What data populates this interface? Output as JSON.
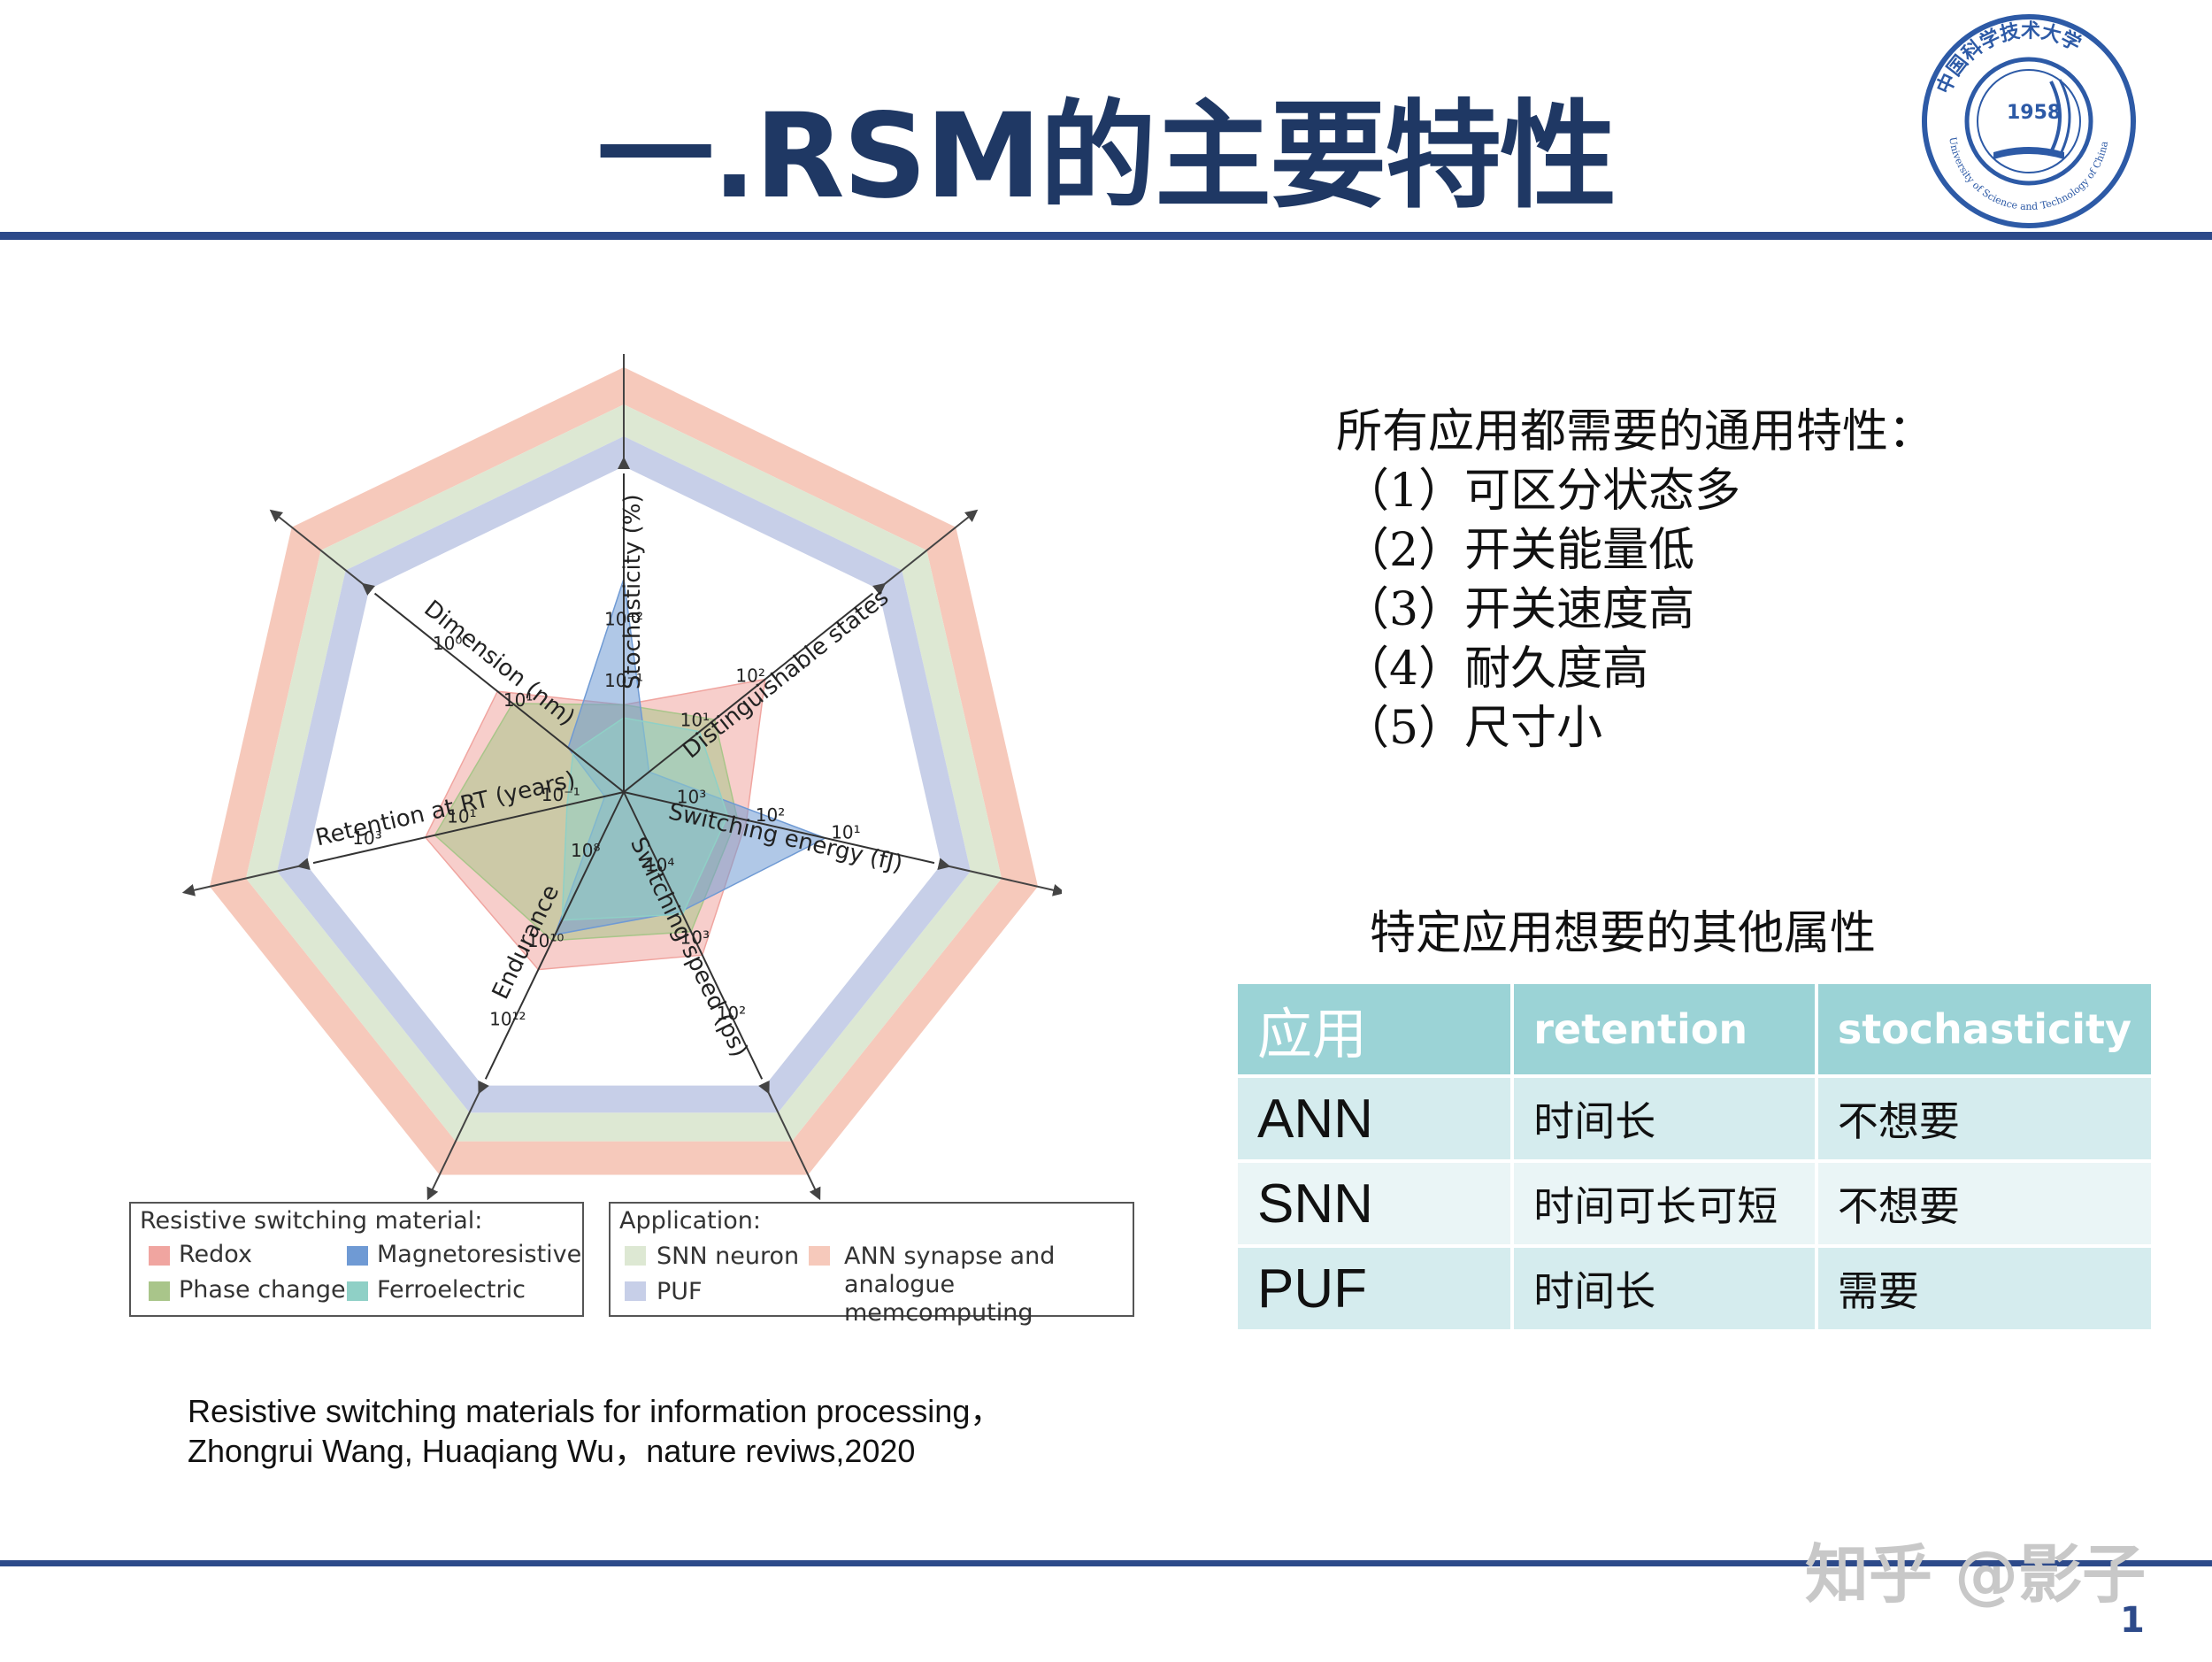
{
  "title": "一.RSM的主要特性",
  "logo": {
    "year": "1958",
    "name_zh": "中国科学技术大学",
    "name_en": "University of Science and Technology of China"
  },
  "figure": {
    "axes": [
      {
        "label": "Stochasticity (%)",
        "ticks": [
          "10⁻²",
          "10⁻¹"
        ]
      },
      {
        "label": "Distinguishable states",
        "ticks": [
          "10²",
          "10¹"
        ]
      },
      {
        "label": "Switching energy (fJ)",
        "ticks": [
          "10³",
          "10²",
          "10¹"
        ]
      },
      {
        "label": "Switching speed (ps)",
        "ticks": [
          "10⁴",
          "10³",
          "10²"
        ]
      },
      {
        "label": "Endurance",
        "ticks": [
          "10⁸",
          "10¹⁰",
          "10¹²"
        ]
      },
      {
        "label": "Retention at RT (years)",
        "ticks": [
          "10⁻¹",
          "10¹",
          "10³"
        ]
      },
      {
        "label": "Dimension (nm)",
        "ticks": [
          "10⁰",
          "10¹"
        ]
      }
    ],
    "legend_material": {
      "title": "Resistive switching material:",
      "items": [
        {
          "label": "Redox",
          "color": "#f0a5a0"
        },
        {
          "label": "Magnetoresistive",
          "color": "#6f9ad4"
        },
        {
          "label": "Phase change",
          "color": "#a9c58a"
        },
        {
          "label": "Ferroelectric",
          "color": "#8fd0c6"
        }
      ]
    },
    "legend_application": {
      "title": "Application:",
      "items": [
        {
          "label": "SNN neuron",
          "color": "#dde8d3"
        },
        {
          "label": "ANN synapse and analogue memcomputing",
          "color": "#f6c9bb"
        },
        {
          "label": "PUF",
          "color": "#c7cfe8"
        }
      ]
    }
  },
  "general": {
    "heading": "所有应用都需要的通用特性：",
    "items": [
      "（1）可区分状态多",
      "（2）开关能量低",
      "（3）开关速度高",
      "（4）耐久度高",
      "（5）尺寸小"
    ]
  },
  "specific": {
    "heading": "特定应用想要的其他属性",
    "table": {
      "headers": [
        "应用",
        "retention",
        "stochasticity"
      ],
      "rows": [
        [
          "ANN",
          "时间长",
          "不想要"
        ],
        [
          "SNN",
          "时间可长可短",
          "不想要"
        ],
        [
          "PUF",
          "时间长",
          "需要"
        ]
      ]
    }
  },
  "citation": {
    "line1": "Resistive switching materials for information processing，",
    "line2": "Zhongrui Wang, Huaqiang Wu，nature reviws,2020"
  },
  "watermark": "知乎 @影子",
  "page_number": "1"
}
